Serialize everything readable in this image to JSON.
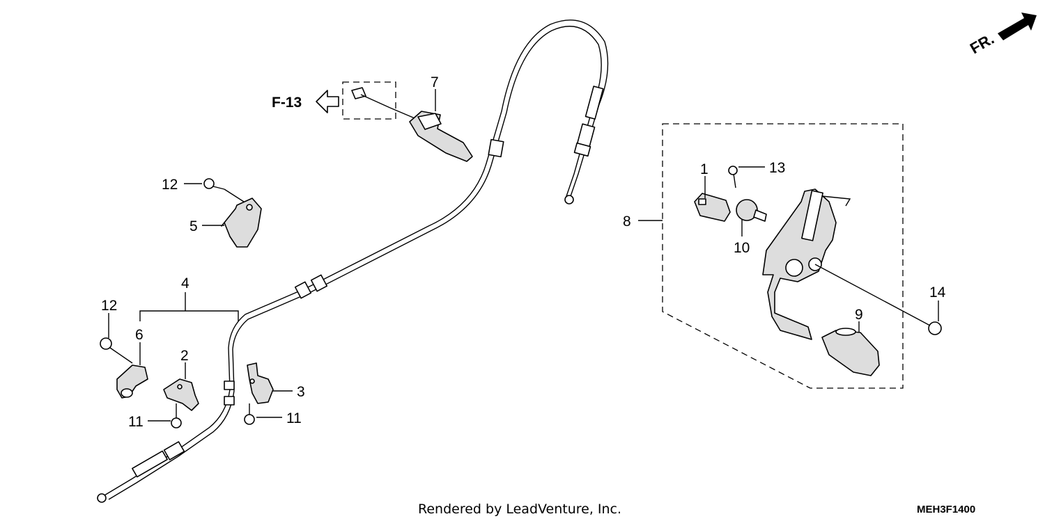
{
  "reference": {
    "label": "F-13"
  },
  "direction": {
    "label": "FR."
  },
  "callouts": {
    "c1": "1",
    "c2": "2",
    "c3": "3",
    "c4": "4",
    "c5": "5",
    "c6": "6",
    "c7": "7",
    "c8": "8",
    "c9": "9",
    "c10": "10",
    "c11a": "11",
    "c11b": "11",
    "c12a": "12",
    "c12b": "12",
    "c13": "13",
    "c14": "14"
  },
  "footer": {
    "credit": "Rendered by LeadVenture, Inc.",
    "diagram_code": "MEH3F1400"
  }
}
